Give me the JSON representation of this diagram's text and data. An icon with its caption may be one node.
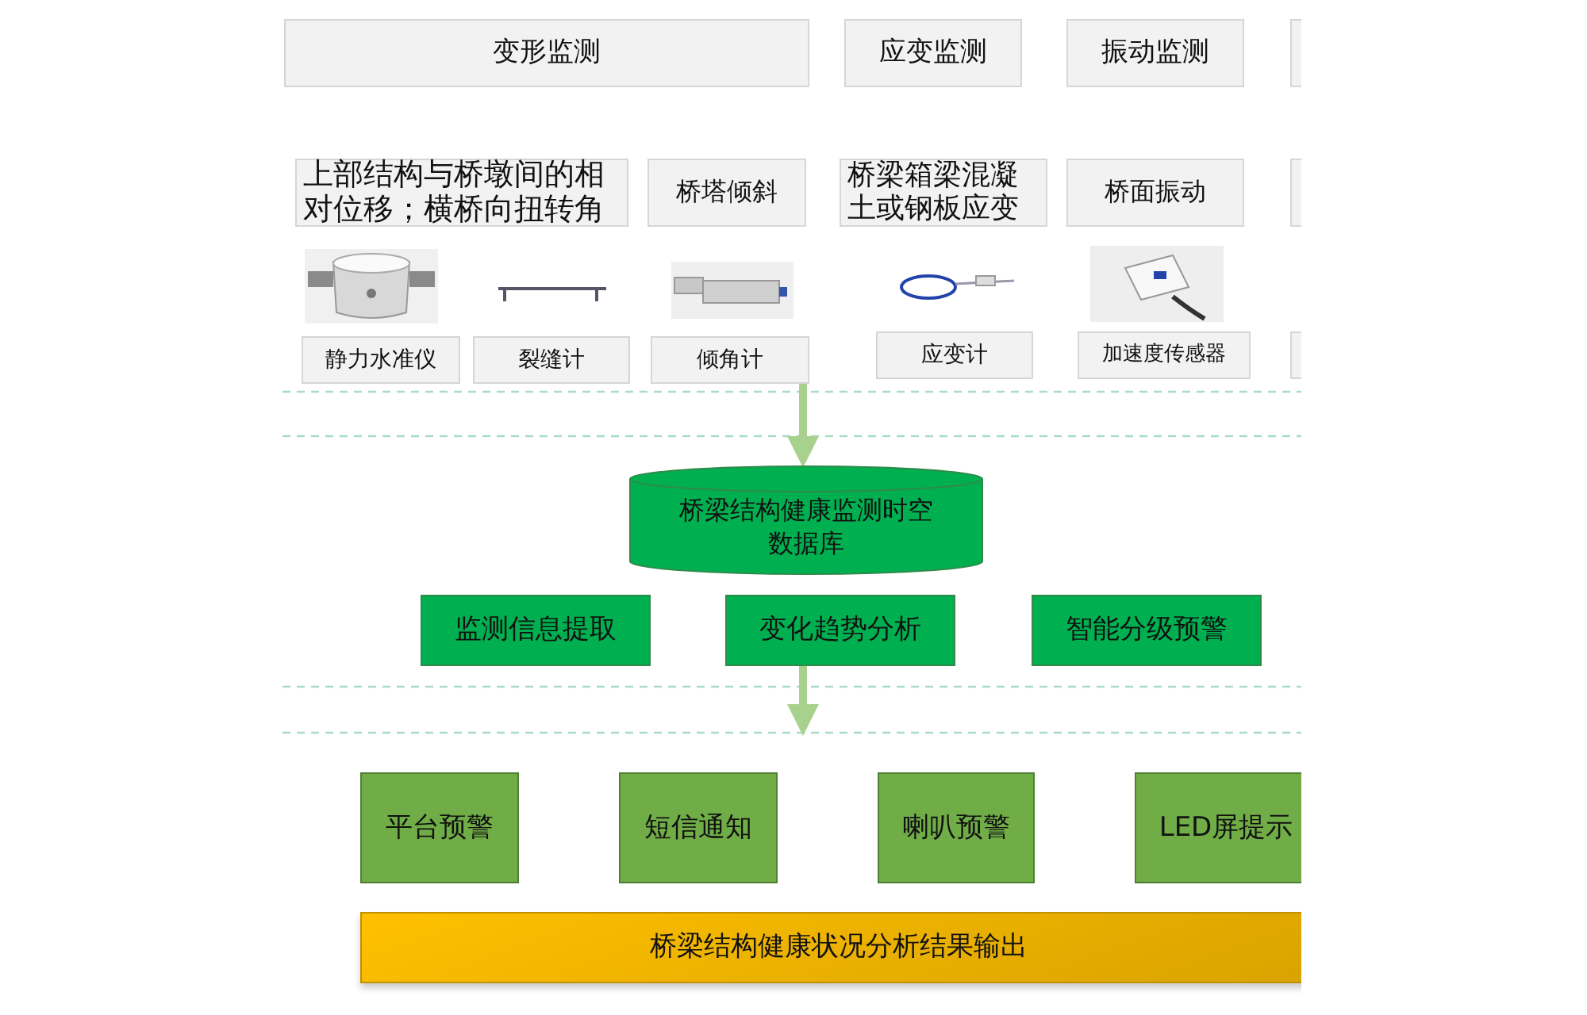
{
  "diagram": {
    "nodes": [
      {
        "text": [
          "变形监测"
        ]
      },
      {
        "text": [
          "应变监测"
        ]
      },
      {
        "text": [
          "振动监测"
        ]
      },
      {
        "text": [],
        "shape": "box"
      },
      {
        "text": [
          "上部结构与桥墩间的相对位移；横桥向扭转角"
        ]
      },
      {
        "text": [
          "桥塔倾斜"
        ]
      },
      {
        "text": [
          "桥梁箱梁混凝土或钢板应变"
        ]
      },
      {
        "text": [
          "桥面振动"
        ]
      },
      {
        "text": [],
        "shape": "box"
      },
      {
        "text": [
          "静力水准仪"
        ]
      },
      {
        "text": [
          "裂缝计"
        ]
      },
      {
        "text": [
          "倾角计"
        ]
      },
      {
        "text": [
          "应变计"
        ]
      },
      {
        "text": [
          "加速度传感器"
        ]
      },
      {
        "text": [],
        "shape": "box"
      },
      {
        "text": [
          "桥梁结构健康监测时空数据库"
        ]
      },
      {
        "text": [
          "监测信息提取"
        ]
      },
      {
        "text": [
          "变化趋势分析"
        ]
      },
      {
        "text": [
          "智能分级预警"
        ]
      },
      {
        "text": [
          "平台预警"
        ]
      },
      {
        "text": [
          "短信通知"
        ]
      },
      {
        "text": [
          "喇叭预警"
        ]
      },
      {
        "text": [
          "LED屏提示"
        ]
      },
      {
        "text": [
          "桥梁结构健康状况分析结果输出"
        ]
      }
    ],
    "edges": [
      {
        "from": 11,
        "to": 15,
        "arrow": "to"
      },
      {
        "from": 17,
        "to": null,
        "arrow": "to"
      }
    ]
  }
}
